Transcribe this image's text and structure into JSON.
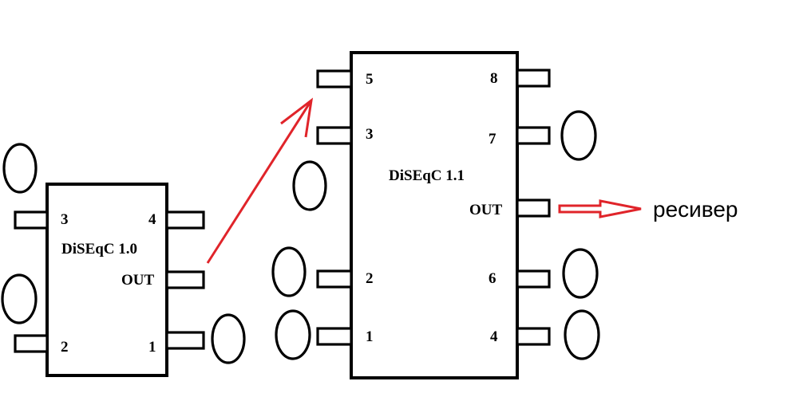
{
  "diseqc_1_0": {
    "title": "DiSEqC 1.0",
    "pins": {
      "p3": "3",
      "p4": "4",
      "p2": "2",
      "p1": "1",
      "out": "OUT"
    }
  },
  "diseqc_1_1": {
    "title": "DiSEqC 1.1",
    "pins": {
      "p5": "5",
      "p3": "3",
      "p2": "2",
      "p1": "1",
      "p8": "8",
      "p7": "7",
      "p6": "6",
      "p4": "4",
      "out": "OUT"
    }
  },
  "receiver_label": "ресивер",
  "colors": {
    "arrow": "#e0242a",
    "outline": "#000000"
  }
}
